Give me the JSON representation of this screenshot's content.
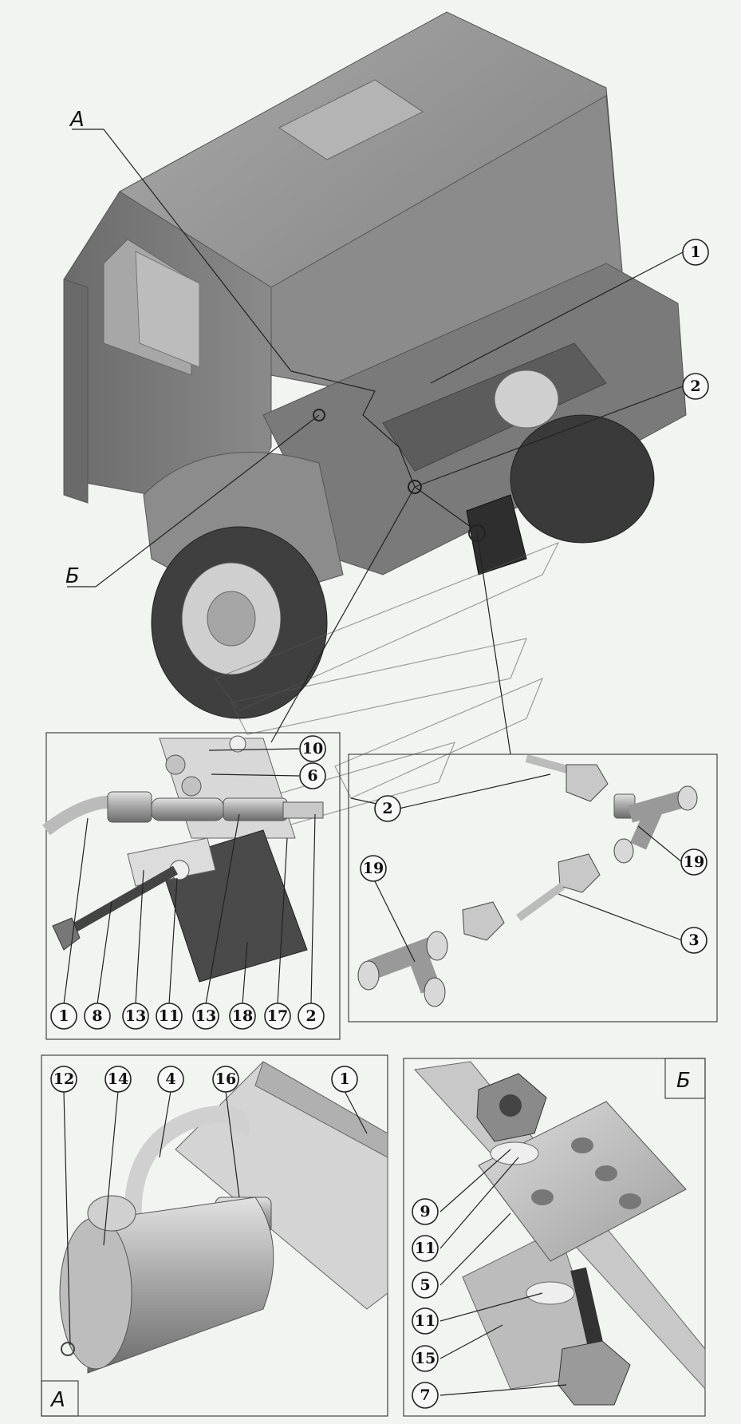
{
  "view_labels": {
    "a": "А",
    "b": "Б"
  },
  "callouts": {
    "main": [
      {
        "id": "main-1",
        "text": "1"
      },
      {
        "id": "main-2",
        "text": "2"
      }
    ],
    "detail_valve": [
      {
        "id": "v-10",
        "text": "10"
      },
      {
        "id": "v-6",
        "text": "6"
      },
      {
        "id": "v-1",
        "text": "1"
      },
      {
        "id": "v-8",
        "text": "8"
      },
      {
        "id": "v-13a",
        "text": "13"
      },
      {
        "id": "v-11",
        "text": "11"
      },
      {
        "id": "v-13b",
        "text": "13"
      },
      {
        "id": "v-18",
        "text": "18"
      },
      {
        "id": "v-17",
        "text": "17"
      },
      {
        "id": "v-2",
        "text": "2"
      }
    ],
    "detail_fittings": [
      {
        "id": "f-2",
        "text": "2"
      },
      {
        "id": "f-19a",
        "text": "19"
      },
      {
        "id": "f-19b",
        "text": "19"
      },
      {
        "id": "f-3",
        "text": "3"
      }
    ],
    "detail_a": [
      {
        "id": "a-12",
        "text": "12"
      },
      {
        "id": "a-14",
        "text": "14"
      },
      {
        "id": "a-4",
        "text": "4"
      },
      {
        "id": "a-16",
        "text": "16"
      },
      {
        "id": "a-1",
        "text": "1"
      }
    ],
    "detail_b": [
      {
        "id": "b-9",
        "text": "9"
      },
      {
        "id": "b-11a",
        "text": "11"
      },
      {
        "id": "b-5",
        "text": "5"
      },
      {
        "id": "b-11b",
        "text": "11"
      },
      {
        "id": "b-15",
        "text": "15"
      },
      {
        "id": "b-7",
        "text": "7"
      }
    ]
  },
  "colors": {
    "body_gray": "#7d7d7d",
    "body_light": "#9a9a9a",
    "body_dark": "#5e5e5e",
    "wheel_dark": "#3f3f3f",
    "background": "#f2f4f2"
  }
}
